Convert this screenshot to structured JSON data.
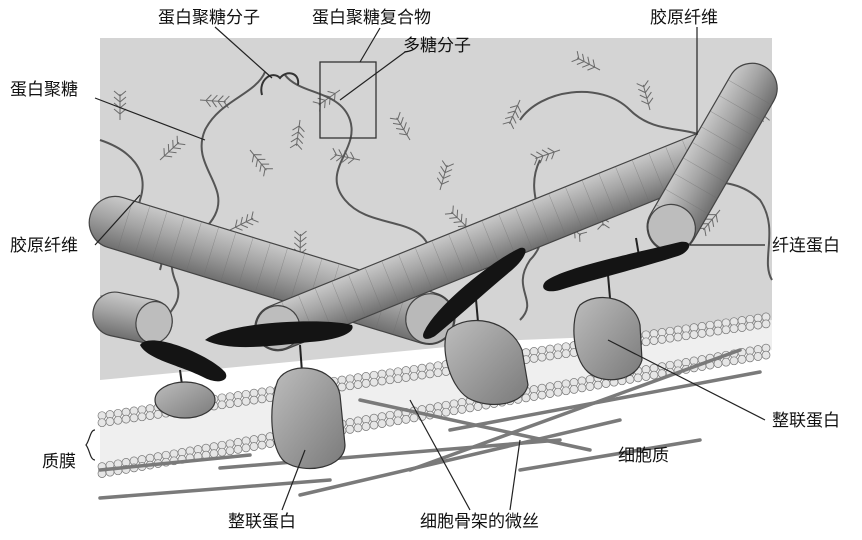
{
  "labels": {
    "proteoglycan_molecule": "蛋白聚糖分子",
    "proteoglycan_complex": "蛋白聚糖复合物",
    "polysaccharide_molecule": "多糖分子",
    "proteoglycan": "蛋白聚糖",
    "collagen_fiber_top": "胶原纤维",
    "collagen_fiber_left": "胶原纤维",
    "fibronectin": "纤连蛋白",
    "integrin_right": "整联蛋白",
    "cytoplasm": "细胞质",
    "plasma_membrane": "质膜",
    "integrin_bottom": "整联蛋白",
    "microfilaments": "细胞骨架的微丝"
  },
  "colors": {
    "background_gray": "#d4d4d4",
    "collagen": "#a7a7a7",
    "fibronectin": "#141414",
    "integrin": "#8e8e8e",
    "lipid_head": "#e6e6e6",
    "branch": "#6a6a6a"
  }
}
